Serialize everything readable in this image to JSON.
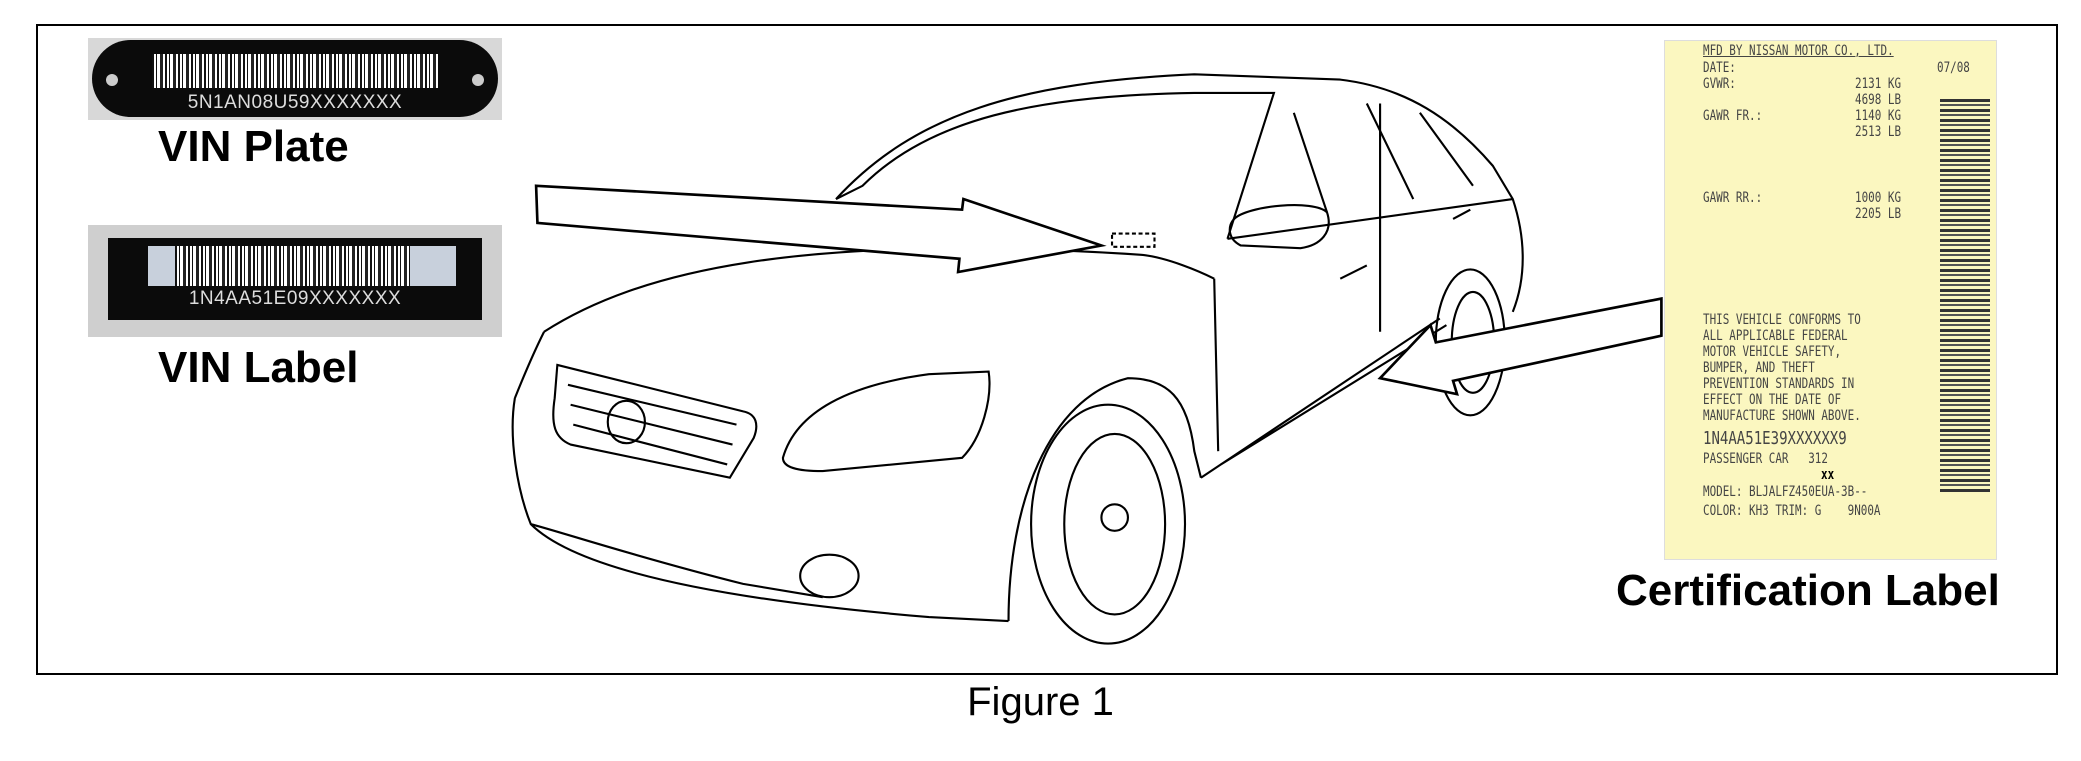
{
  "vin_plate": {
    "vin": "5N1AN08U59XXXXXXX",
    "title": "VIN Plate"
  },
  "vin_label": {
    "vin": "1N4AA51E09XXXXXXX",
    "title": "VIN Label"
  },
  "certification_label": {
    "title": "Certification Label",
    "manufacturer": "MFD BY NISSAN MOTOR CO., LTD.",
    "date_label": "DATE:",
    "date_value": "07/08",
    "gvwr_label": "GVWR:",
    "gvwr_kg": "2131 KG",
    "gvwr_lb": "4698 LB",
    "gawr_fr_label": "GAWR FR.:",
    "gawr_fr_kg": "1140 KG",
    "gawr_fr_lb": "2513 LB",
    "gawr_rr_label": "GAWR RR.:",
    "gawr_rr_kg": "1000 KG",
    "gawr_rr_lb": "2205 LB",
    "conformity": [
      "THIS VEHICLE CONFORMS TO",
      "ALL APPLICABLE FEDERAL",
      "MOTOR VEHICLE SAFETY,",
      "BUMPER, AND THEFT",
      "PREVENTION STANDARDS IN",
      "EFFECT ON THE DATE OF",
      "MANUFACTURE SHOWN ABOVE."
    ],
    "vin": "1N4AA51E39XXXXXX9",
    "type": "PASSENGER CAR   312",
    "redaction": "xx",
    "model": "MODEL: BLJALFZ450EUA-3B--",
    "color": "COLOR: KH3 TRIM: G    9N00A"
  },
  "caption": "Figure 1"
}
